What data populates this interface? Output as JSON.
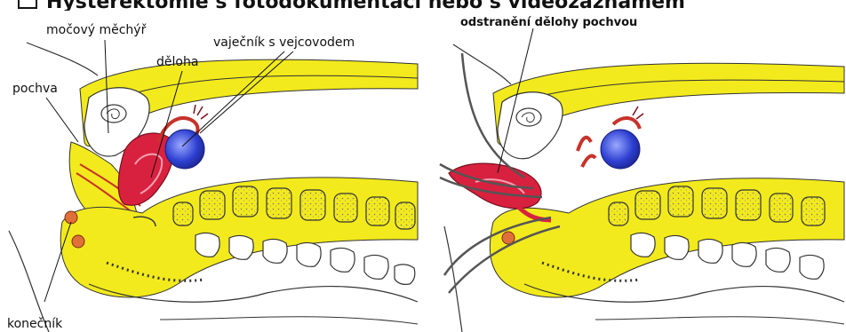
{
  "header": {
    "title": "Hysterektomie s fotodokumentací nebo s videozáznamem"
  },
  "labels": {
    "mocovy_mechyr": "močový měchýř",
    "vajecnik": "vaječník s vejcovodem",
    "deloha": "děloha",
    "pochva": "pochva",
    "konecnik": "konečník",
    "odstraneni": "odstranění dělohy pochvou"
  },
  "colors": {
    "tissue": "#f2ea1c",
    "uterus": "#d8213f",
    "ovary": "#2d3fd1",
    "outline": "#333333"
  },
  "icons": [
    "surgical-instrument-icon"
  ]
}
